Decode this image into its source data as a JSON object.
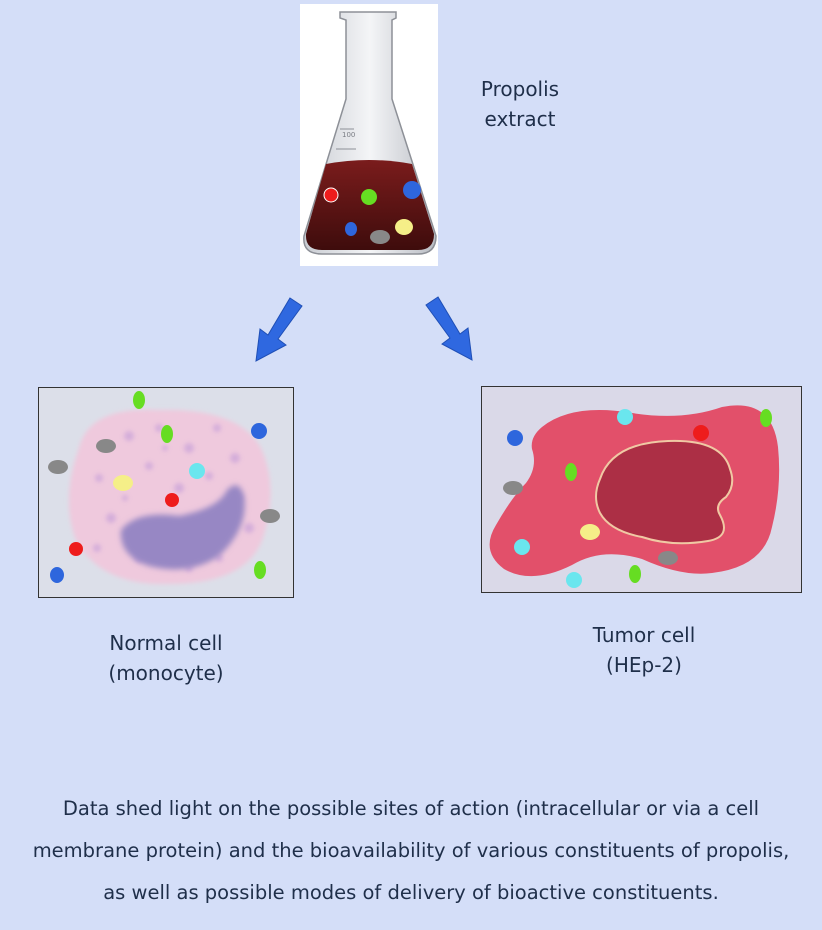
{
  "flask": {
    "label_line1": "Propolis",
    "label_line2": "extract",
    "scale_mark": "100"
  },
  "normal_cell": {
    "label_line1": "Normal cell",
    "label_line2": "(monocyte)"
  },
  "tumor_cell": {
    "label_line1": "Tumor cell",
    "label_line2": "(HEp-2)"
  },
  "summary": {
    "line1": "Data  shed light on the possible sites of action (intracellular or via a cell",
    "line2": "membrane protein) and the bioavailability of various constituents of propolis,",
    "line3": "as well as possible modes of delivery of bioactive constituents."
  },
  "colors": {
    "background": "#d4def8",
    "arrow": "#2f68e0",
    "extract": "#5a1414",
    "normal_cytoplasm": "#efc9dd",
    "normal_nucleus": "#9787c4",
    "tumor_cytoplasm": "#e2506a",
    "tumor_nucleus": "#ac2f45",
    "constituent_colors": [
      "#ee1c1c",
      "#66dd22",
      "#2e66dd",
      "#888888",
      "#f5ef88",
      "#6ae6ee"
    ]
  }
}
